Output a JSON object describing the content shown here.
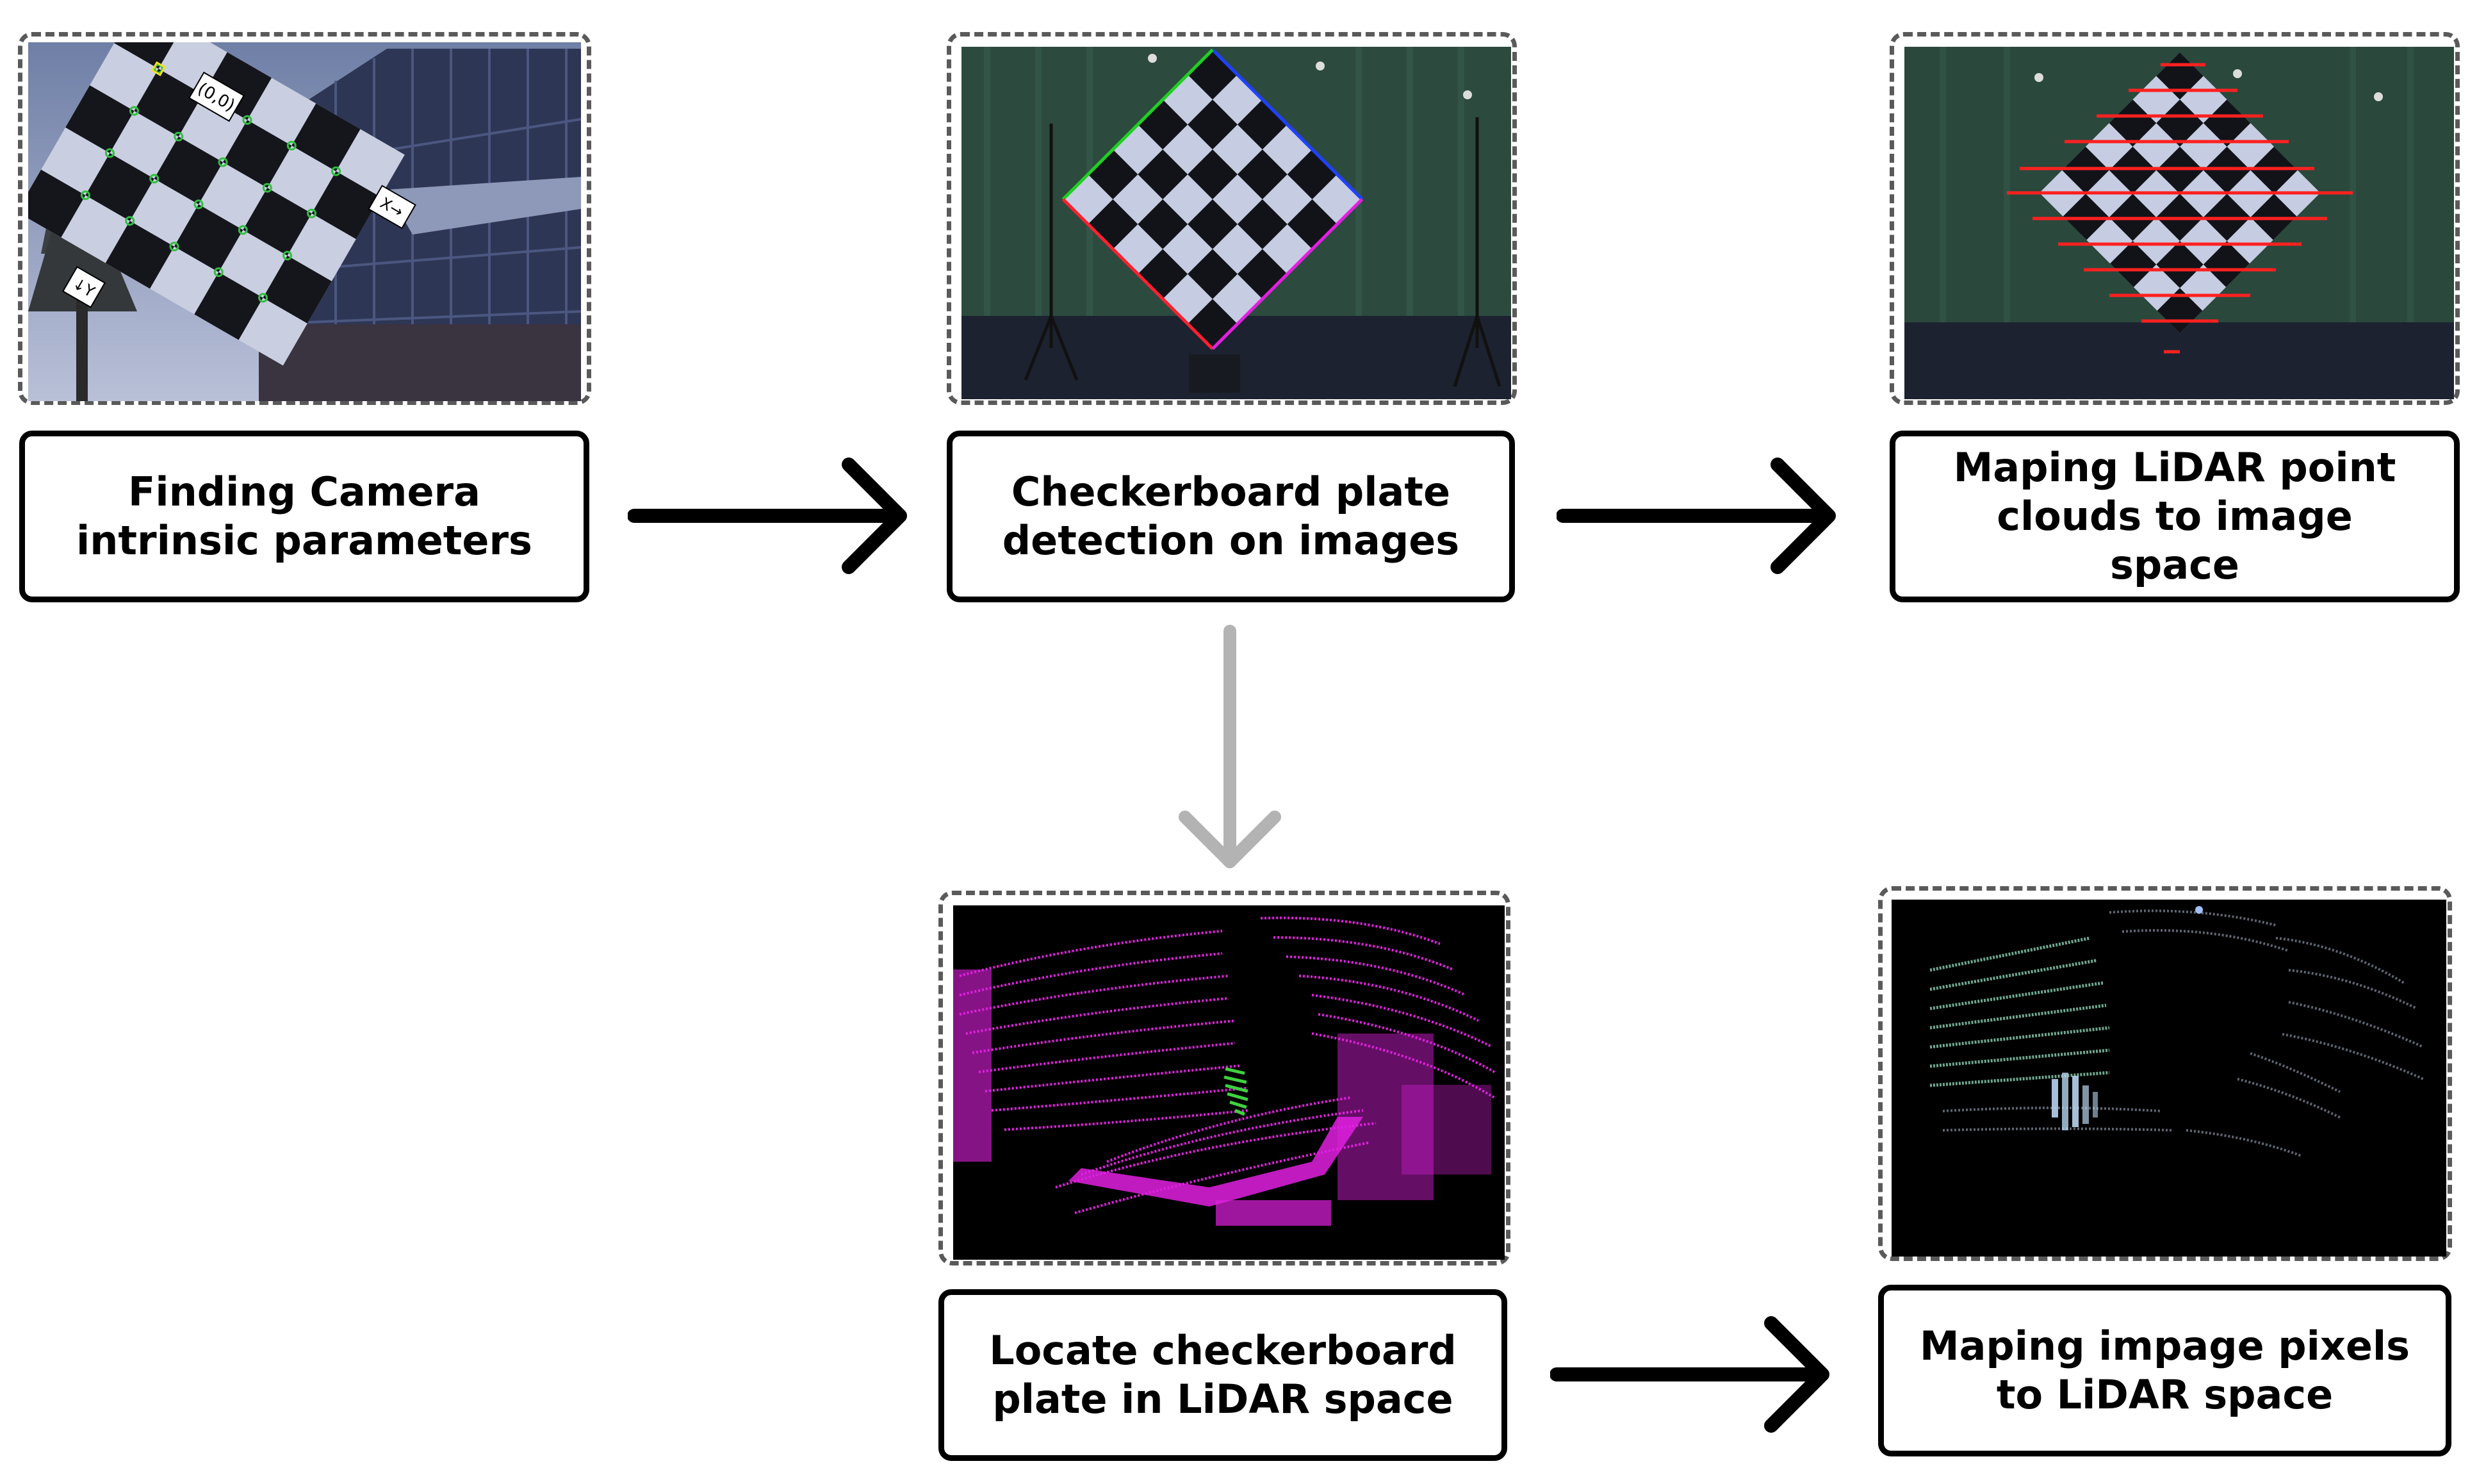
{
  "steps": {
    "intrinsic": {
      "label": "Finding Camera intrinsic parameters",
      "image": "camera-calibration-photo"
    },
    "detection": {
      "label": "Checkerboard plate detection on images",
      "image": "checkerboard-detection-photo"
    },
    "mapping_lidar_to_image": {
      "label": "Maping LiDAR point clouds to image space",
      "image": "lidar-overlay-photo"
    },
    "locate_in_lidar": {
      "label": "Locate checkerboard plate in LiDAR space",
      "image": "lidar-point-cloud"
    },
    "mapping_pixels_to_lidar": {
      "label": "Maping impage pixels to LiDAR space",
      "image": "colored-point-cloud"
    }
  },
  "image_text": {
    "origin": "(0,0)",
    "x_axis": "X→",
    "y_axis": "↓Y"
  },
  "arrows": [
    {
      "from": "intrinsic",
      "to": "detection",
      "color": "#000000"
    },
    {
      "from": "detection",
      "to": "mapping_lidar_to_image",
      "color": "#000000"
    },
    {
      "from": "detection",
      "to": "locate_in_lidar",
      "color": "#b3b3b3"
    },
    {
      "from": "locate_in_lidar",
      "to": "mapping_pixels_to_lidar",
      "color": "#000000"
    }
  ],
  "colors": {
    "box_border": "#000000",
    "frame_border": "#5a5a5a",
    "point_cloud": "#e020e0",
    "plate_points": "#40d040",
    "lidar_lines": "#ff2020"
  }
}
